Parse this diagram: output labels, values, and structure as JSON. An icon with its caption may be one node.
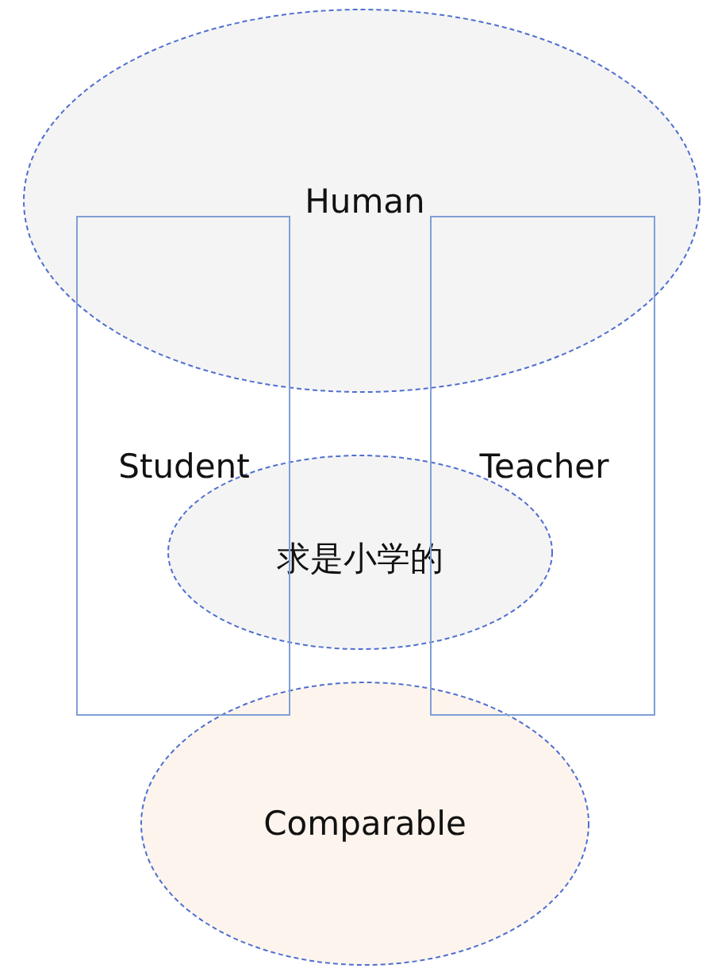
{
  "diagram": {
    "nodes": [
      {
        "text": [
          "Human"
        ]
      },
      {
        "text": [
          "Student"
        ]
      },
      {
        "text": [
          "Teacher"
        ]
      },
      {
        "text": [
          "求是小学的"
        ]
      },
      {
        "text": [
          "Comparable"
        ]
      }
    ]
  }
}
